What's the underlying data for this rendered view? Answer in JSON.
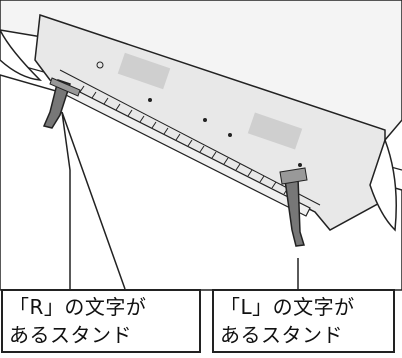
{
  "callouts": {
    "right_stand": {
      "line1": "「R」の文字が",
      "line2": "あるスタンド"
    },
    "left_stand": {
      "line1": "「L」の文字が",
      "line2": "あるスタンド"
    }
  },
  "colors": {
    "background": "#ffffff",
    "line": "#222222",
    "tv_panel": "#f4f4f4",
    "tv_back": "#e8e8e8",
    "vent": "#cfcfcf",
    "shadow": "#dcdcdc"
  }
}
